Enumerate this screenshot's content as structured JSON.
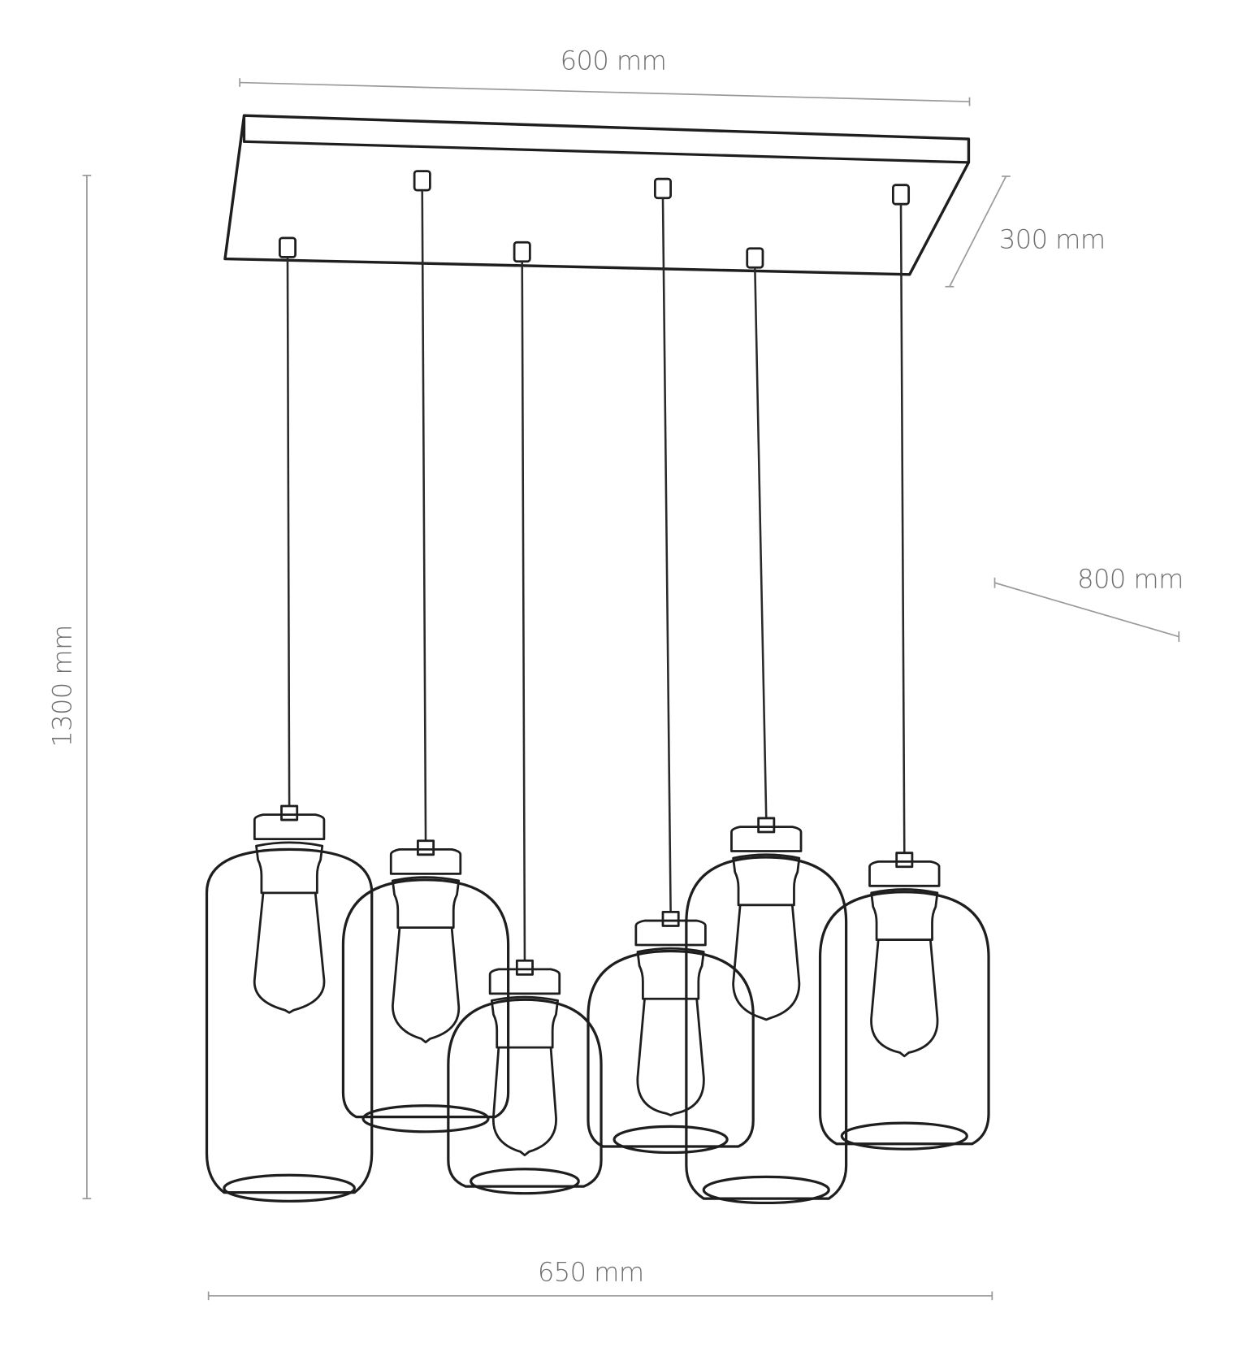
{
  "diagram": {
    "title": "Pendant lamp dimension drawing",
    "colors": {
      "ink": "#1e1e1e",
      "dimension_line": "#9a9a9a",
      "dimension_text": "#6e6e6e",
      "background": "#ffffff"
    },
    "dimensions": {
      "top_width": "600 mm",
      "depth": "300 mm",
      "shade_spread": "800 mm",
      "height": "1300 mm",
      "bottom_width": "650 mm"
    },
    "components": {
      "ceiling_plate": "rectangular canopy",
      "pendant_count": 6,
      "pendants": [
        {
          "id": 1,
          "shade": "tall glass jar"
        },
        {
          "id": 2,
          "shade": "glass jar"
        },
        {
          "id": 3,
          "shade": "short glass jar"
        },
        {
          "id": 4,
          "shade": "glass jar"
        },
        {
          "id": 5,
          "shade": "tall glass jar"
        },
        {
          "id": 6,
          "shade": "glass jar"
        }
      ]
    }
  }
}
